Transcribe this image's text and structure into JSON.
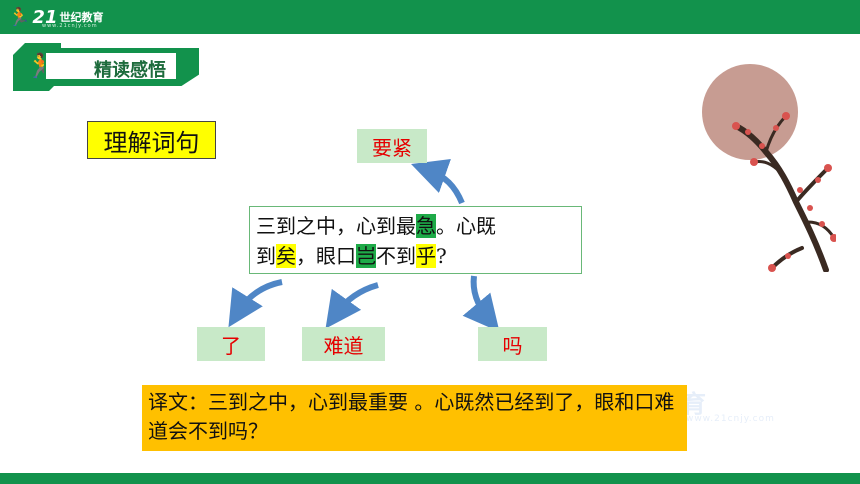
{
  "header": {
    "logo_number": "21",
    "logo_brand": "世纪教育",
    "logo_sub": "www.21cnjy.com"
  },
  "section": {
    "title": "精读感悟"
  },
  "keyword": "理解词句",
  "poem": {
    "line1_before": "三到之中，心到最",
    "line1_hl": "急",
    "line1_after": "。心既",
    "line2_a": "到",
    "line2_hl1": "矣",
    "line2_b": "，眼口",
    "line2_hl2": "岂",
    "line2_c": "不到",
    "line2_hl3": "乎",
    "line2_d": "?"
  },
  "glosses": [
    "要紧",
    "了",
    "难道",
    "吗"
  ],
  "translation": "译文：三到之中，心到最重要 。心既然已经到了，眼和口难道会不到吗？",
  "watermark": {
    "text": "世纪教育",
    "sub": "www.21cnjy.com"
  },
  "colors": {
    "brand_green": "#12924c",
    "highlight_green": "#1eaa48",
    "highlight_yellow": "#ffff00",
    "gloss_bg": "#c8e9c8",
    "gloss_text": "#e60000",
    "translation_bg": "#ffc000",
    "arrow_blue": "#4f86c6"
  }
}
